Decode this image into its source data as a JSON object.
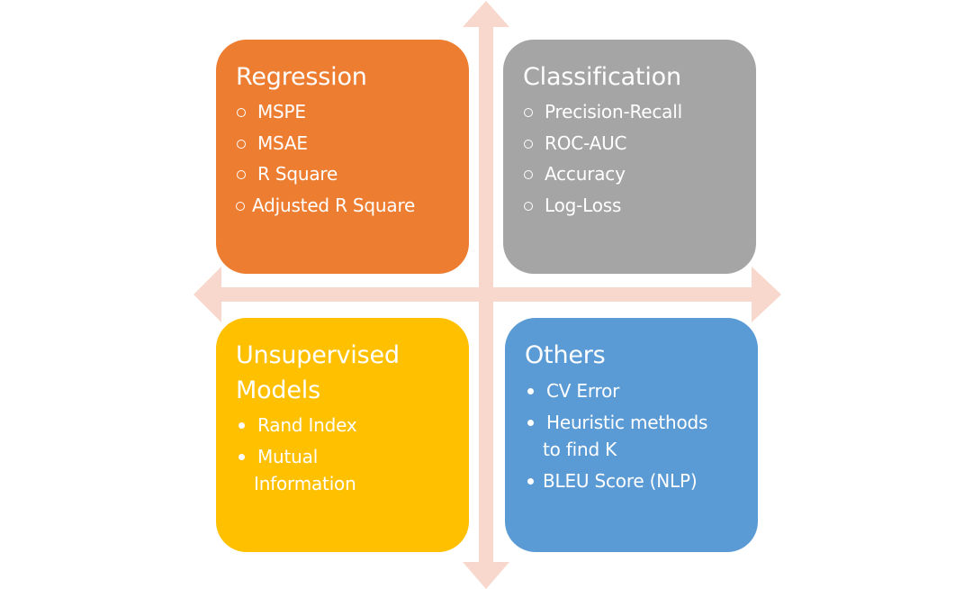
{
  "quadrants": {
    "regression": {
      "title": "Regression",
      "items": [
        "MSPE",
        "MSAE",
        "R Square",
        "Adjusted R Square"
      ]
    },
    "classification": {
      "title": "Classification",
      "items": [
        "Precision-Recall",
        "ROC-AUC",
        "Accuracy",
        "Log-Loss"
      ]
    },
    "unsupervised": {
      "title_line1": "Unsupervised",
      "title_line2": "Models",
      "items": [
        "Rand Index",
        "Mutual",
        "Information"
      ]
    },
    "others": {
      "title": "Others",
      "items": [
        "CV Error",
        "Heuristic methods",
        "to find K",
        "BLEU Score (NLP)"
      ]
    }
  },
  "colors": {
    "regression": "#ED7D31",
    "classification": "#A5A5A5",
    "unsupervised": "#FFC000",
    "others": "#5B9BD5",
    "axes": "#F8D7CC",
    "text": "#FFFFFF"
  }
}
